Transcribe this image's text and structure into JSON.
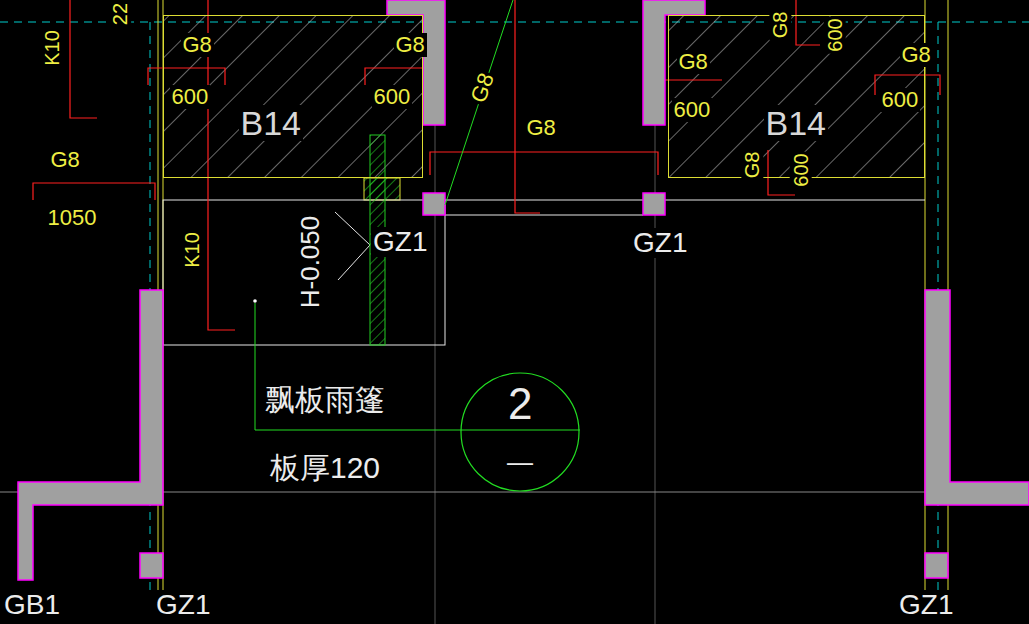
{
  "diagram": {
    "nodes": [
      {
        "text": [
          "B14"
        ]
      },
      {
        "text": [
          "B14"
        ]
      },
      {
        "text": [
          "2",
          "—"
        ]
      }
    ],
    "labels": [
      "22",
      "K10",
      "G8",
      "1050",
      "G8",
      "600",
      "G8",
      "600",
      "K10",
      "H-0.050",
      "GZ1",
      "G8",
      "G8",
      "GZ1",
      "G8",
      "600",
      "G8",
      "600",
      "G8",
      "600",
      "G8",
      "600",
      "飘板雨篷",
      "板厚120",
      "GB1",
      "GZ1",
      "GZ1"
    ]
  }
}
